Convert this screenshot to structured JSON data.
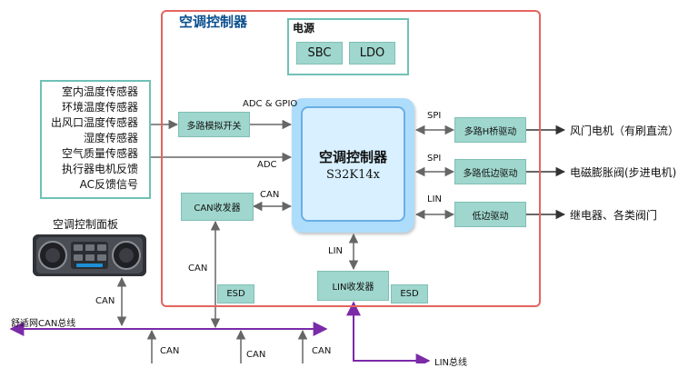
{
  "controller": {
    "title": "空调控制器",
    "power": {
      "title": "电源",
      "sbc": "SBC",
      "ldo": "LDO"
    },
    "mcu": {
      "title": "空调控制器",
      "model": "S32K14x"
    },
    "mux_switch": "多路模拟开关",
    "can_transceiver": "CAN收发器",
    "lin_transceiver": "LIN收发器",
    "esd_1": "ESD",
    "esd_2": "ESD",
    "h_bridge_driver": "多路H桥驱动",
    "low_side_driver_multi": "多路低边驱动",
    "low_side_driver": "低边驱动"
  },
  "sensors": [
    "室内温度传感器",
    "环境温度传感器",
    "出风口温度传感器",
    "湿度传感器",
    "空气质量传感器",
    "执行器电机反馈",
    "AC反馈信号"
  ],
  "labels": {
    "adc_gpio": "ADC & GPIO",
    "adc": "ADC",
    "spi_1": "SPI",
    "spi_2": "SPI",
    "lin_right": "LIN",
    "lin_down": "LIN",
    "can_link": "CAN",
    "can_down": "CAN",
    "can_panel": "CAN",
    "can_bus_1": "CAN",
    "can_bus_2": "CAN",
    "can_bus_3": "CAN"
  },
  "outputs": [
    "风门电机（有刷直流）",
    "电磁膨胀阀(步进电机)",
    "继电器、各类阀门"
  ],
  "panel_title": "空调控制面板",
  "can_bus": "舒适网CAN总线",
  "lin_bus": "LIN总线",
  "colors": {
    "frame": "#e4645f",
    "block": "#9fd6cd",
    "mcu": "#aeddfb",
    "bus": "#7b2aa8",
    "title": "#0a4f8f"
  }
}
